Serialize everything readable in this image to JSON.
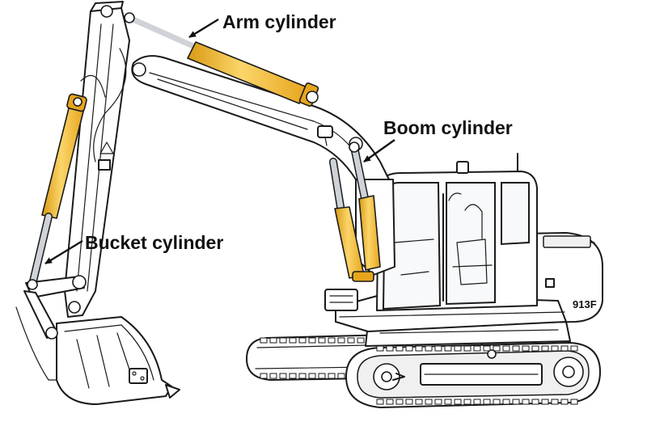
{
  "labels": {
    "arm_cylinder": "Arm cylinder",
    "boom_cylinder": "Boom cylinder",
    "bucket_cylinder": "Bucket cylinder"
  },
  "model_badge": "913F",
  "colors": {
    "cylinder_fill": "#f2b72a",
    "cylinder_highlight": "#fbd56a",
    "rod": "#cfd3d8",
    "line": "#1a1a1a",
    "background": "#ffffff"
  }
}
